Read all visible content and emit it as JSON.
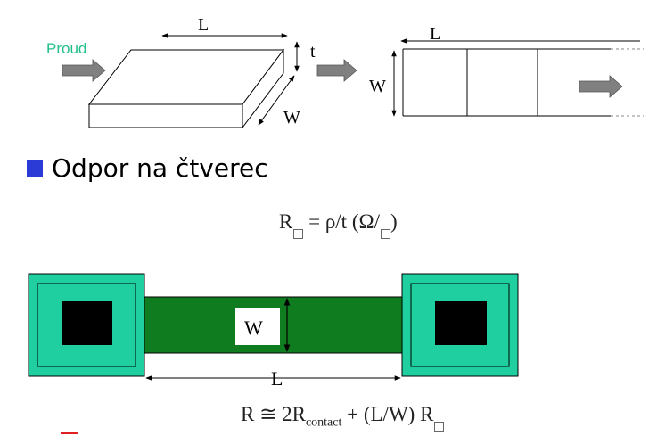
{
  "labels": {
    "flow": "Proud",
    "length": "L",
    "thickness": "t",
    "width": "W"
  },
  "bullet": {
    "text": "Odpor na čtverec"
  },
  "formula_sheet": {
    "lhs": "R",
    "rhs": "= ρ/t  (Ω/",
    "close": ")"
  },
  "formula_total": {
    "lhs": "R ≅ 2R",
    "sub": "contact",
    "mid": " + (L/W) R"
  },
  "colors": {
    "flow_label": "#22c08a",
    "arrow_fill": "#808080",
    "pad_outer": "#1fcfa0",
    "pad_black": "#000000",
    "strip": "#0f7d1f",
    "bullet": "#2b3bd6"
  }
}
